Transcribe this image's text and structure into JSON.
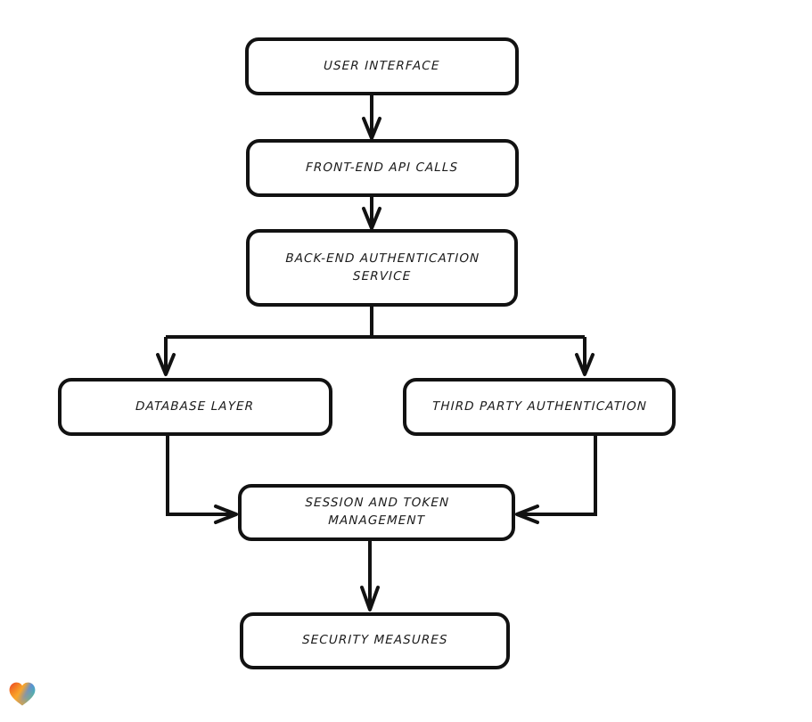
{
  "diagram": {
    "type": "flowchart",
    "orientation": "top-to-bottom",
    "background_color": "#ffffff",
    "stroke_color": "#121212",
    "text_color": "#1b1b1b",
    "nodes": [
      {
        "id": "ui",
        "label": "User Interface"
      },
      {
        "id": "api",
        "label": "Front-End API Calls"
      },
      {
        "id": "backend",
        "label": "Back-End Authentication\nService"
      },
      {
        "id": "db",
        "label": "Database Layer"
      },
      {
        "id": "thirdparty",
        "label": "Third Party Authentication"
      },
      {
        "id": "session",
        "label": "Session and Token\nManagement"
      },
      {
        "id": "security",
        "label": "Security Measures"
      }
    ],
    "edges": [
      {
        "from": "ui",
        "to": "api",
        "style": "straight-down"
      },
      {
        "from": "api",
        "to": "backend",
        "style": "straight-down"
      },
      {
        "from": "backend",
        "to": "db",
        "style": "split-left"
      },
      {
        "from": "backend",
        "to": "thirdparty",
        "style": "split-right"
      },
      {
        "from": "db",
        "to": "session",
        "style": "elbow-enter-left"
      },
      {
        "from": "thirdparty",
        "to": "session",
        "style": "elbow-enter-right"
      },
      {
        "from": "session",
        "to": "security",
        "style": "straight-down"
      }
    ]
  },
  "logo": {
    "name": "heart-icon",
    "gradient_colors": [
      "#e8242a",
      "#f28a1e",
      "#f9a62b",
      "#2f7fd6",
      "#29b6c8"
    ]
  }
}
